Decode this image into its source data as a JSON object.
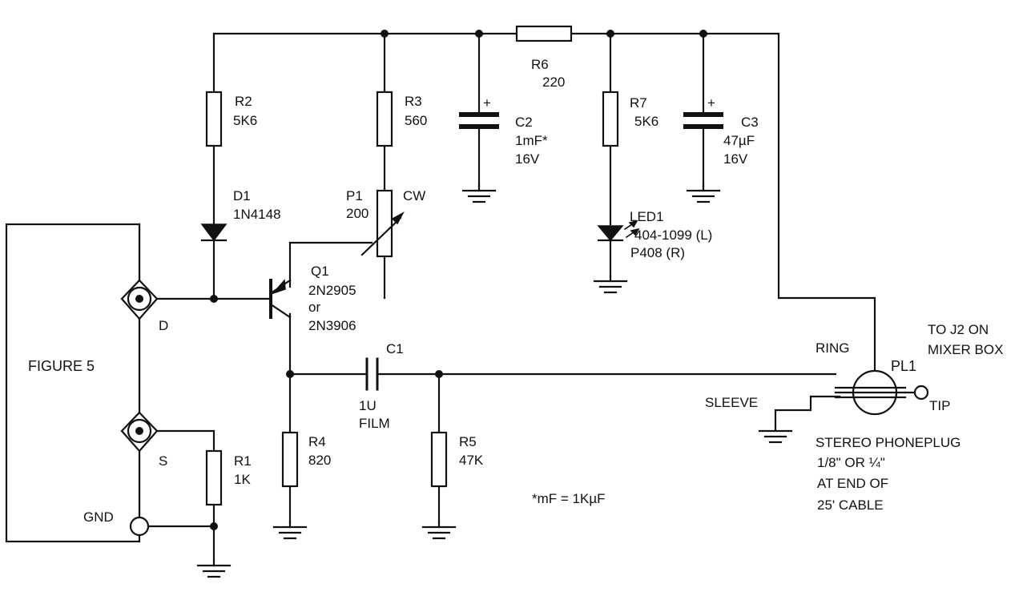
{
  "title": "",
  "components": {
    "R1": {
      "ref": "R1",
      "value": "1K"
    },
    "R2": {
      "ref": "R2",
      "value": "5K6"
    },
    "R3": {
      "ref": "R3",
      "value": "560"
    },
    "R4": {
      "ref": "R4",
      "value": "820"
    },
    "R5": {
      "ref": "R5",
      "value": "47K"
    },
    "R6": {
      "ref": "R6",
      "value": "220"
    },
    "R7": {
      "ref": "R7",
      "value": "5K6"
    },
    "C1": {
      "ref": "C1",
      "value": "1U",
      "type": "FILM"
    },
    "C2": {
      "ref": "C2",
      "value": "1mF*",
      "voltage": "16V",
      "polarity": "+"
    },
    "C3": {
      "ref": "C3",
      "value": "47µF",
      "voltage": "16V",
      "polarity": "+"
    },
    "D1": {
      "ref": "D1",
      "part": "1N4148"
    },
    "P1": {
      "ref": "P1",
      "value": "200",
      "direction": "CW"
    },
    "Q1": {
      "ref": "Q1",
      "part": "2N2905",
      "or": "or",
      "alt": "2N3906"
    },
    "LED1": {
      "ref": "LED1",
      "part_l": "404-1099 (L)",
      "part_r": "P408 (R)"
    },
    "PL1": {
      "ref": "PL1",
      "ring": "RING",
      "sleeve": "SLEEVE",
      "tip": "TIP"
    }
  },
  "figure_box": {
    "label": "FIGURE 5",
    "pin_d": "D",
    "pin_s": "S",
    "pin_gnd": "GND"
  },
  "notes": {
    "footnote": "*mF = 1KµF",
    "destination_line1": "TO J2 ON",
    "destination_line2": "MIXER BOX",
    "plug_line1": "STEREO PHONEPLUG",
    "plug_line2": "1/8\" OR ¼\"",
    "plug_line3": "AT END OF",
    "plug_line4": "25' CABLE"
  }
}
